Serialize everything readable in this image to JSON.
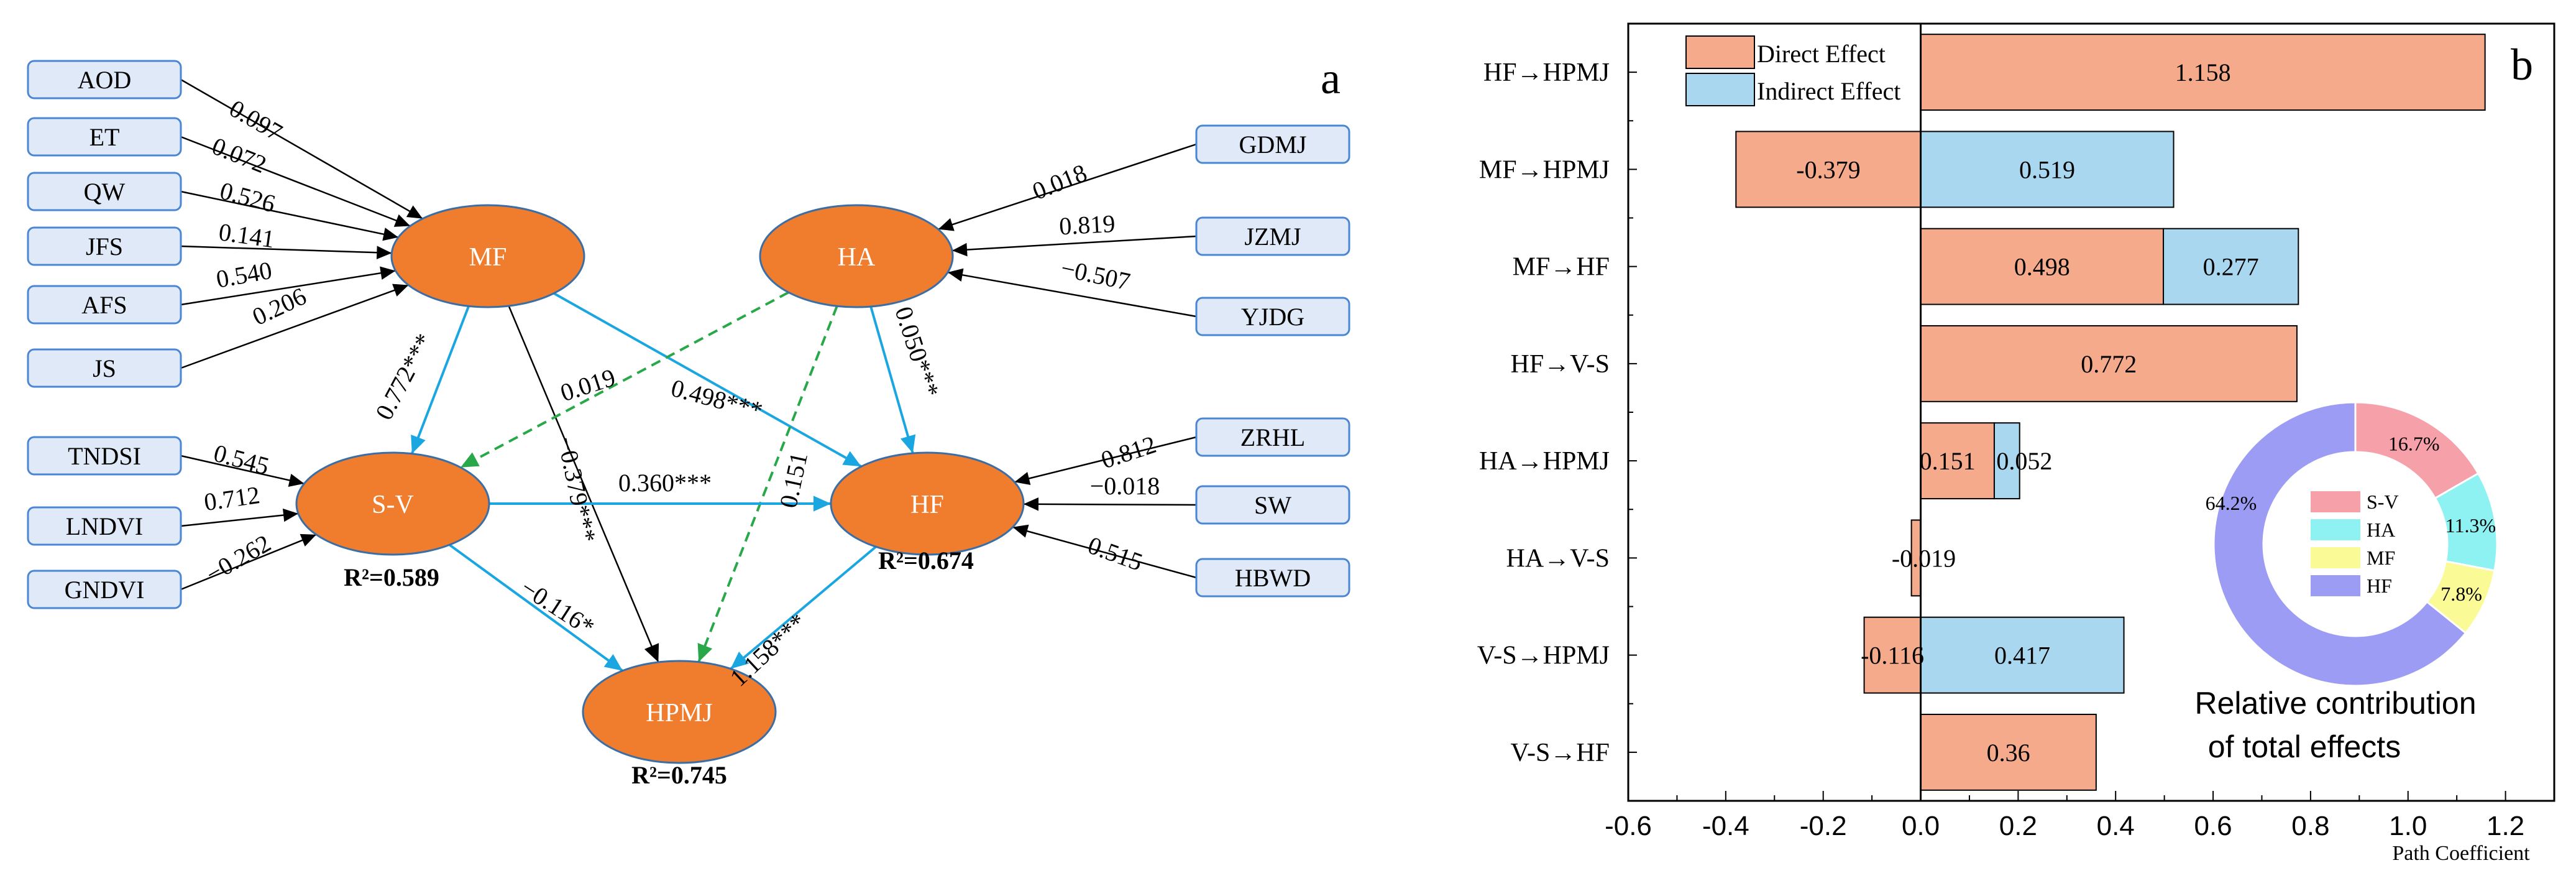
{
  "colors": {
    "node_fill": "#f07d2e",
    "node_text": "#ffffff",
    "obs_fill": "#dfe9f8",
    "obs_stroke": "#4a86d4",
    "blue_arrow": "#1aa6e0",
    "green_dashed": "#29a84a",
    "black_arrow": "#000000",
    "direct": "#f5ab8b",
    "indirect": "#a8d7ef",
    "pie_sv": "#f6a0aa",
    "pie_ha": "#8ef2f2",
    "pie_mf": "#fafa96",
    "pie_hf": "#9c9cf4"
  },
  "panel_a": {
    "label": "a",
    "latent": [
      {
        "id": "MF",
        "label": "MF"
      },
      {
        "id": "HA",
        "label": "HA"
      },
      {
        "id": "SV",
        "label": "S-V"
      },
      {
        "id": "HF",
        "label": "HF"
      },
      {
        "id": "HPMJ",
        "label": "HPMJ"
      }
    ],
    "observed": [
      {
        "id": "AOD",
        "label": "AOD"
      },
      {
        "id": "ET",
        "label": "ET"
      },
      {
        "id": "QW",
        "label": "QW"
      },
      {
        "id": "JFS",
        "label": "JFS"
      },
      {
        "id": "AFS",
        "label": "AFS"
      },
      {
        "id": "JS",
        "label": "JS"
      },
      {
        "id": "TNDSI",
        "label": "TNDSI"
      },
      {
        "id": "LNDVI",
        "label": "LNDVI"
      },
      {
        "id": "GNDVI",
        "label": "GNDVI"
      },
      {
        "id": "GDMJ",
        "label": "GDMJ"
      },
      {
        "id": "JZMJ",
        "label": "JZMJ"
      },
      {
        "id": "YJDG",
        "label": "YJDG"
      },
      {
        "id": "ZRHL",
        "label": "ZRHL"
      },
      {
        "id": "SW",
        "label": "SW"
      },
      {
        "id": "HBWD",
        "label": "HBWD"
      }
    ],
    "loadings": [
      {
        "from": "AOD",
        "to": "MF",
        "value": "0.097"
      },
      {
        "from": "ET",
        "to": "MF",
        "value": "0.072"
      },
      {
        "from": "QW",
        "to": "MF",
        "value": "0.526"
      },
      {
        "from": "JFS",
        "to": "MF",
        "value": "0.141"
      },
      {
        "from": "AFS",
        "to": "MF",
        "value": "0.540"
      },
      {
        "from": "JS",
        "to": "MF",
        "value": "0.206"
      },
      {
        "from": "TNDSI",
        "to": "SV",
        "value": "0.545"
      },
      {
        "from": "LNDVI",
        "to": "SV",
        "value": "0.712"
      },
      {
        "from": "GNDVI",
        "to": "SV",
        "value": "−0.262"
      },
      {
        "from": "GDMJ",
        "to": "HA",
        "value": "0.018"
      },
      {
        "from": "JZMJ",
        "to": "HA",
        "value": "0.819"
      },
      {
        "from": "YJDG",
        "to": "HA",
        "value": "−0.507"
      },
      {
        "from": "ZRHL",
        "to": "HF",
        "value": "0.812"
      },
      {
        "from": "SW",
        "to": "HF",
        "value": "−0.018"
      },
      {
        "from": "HBWD",
        "to": "HF",
        "value": "0.515"
      }
    ],
    "paths": [
      {
        "from": "MF",
        "to": "SV",
        "value": "0.772***",
        "style": "blue"
      },
      {
        "from": "MF",
        "to": "HF",
        "value": "0.498***",
        "style": "blue"
      },
      {
        "from": "MF",
        "to": "HPMJ",
        "value": "−0.379***",
        "style": "black"
      },
      {
        "from": "HA",
        "to": "SV",
        "value": "0.019",
        "style": "green"
      },
      {
        "from": "HA",
        "to": "HF",
        "value": "0.050***",
        "style": "blue"
      },
      {
        "from": "HA",
        "to": "HPMJ",
        "value": "0.151",
        "style": "green"
      },
      {
        "from": "SV",
        "to": "HF",
        "value": "0.360***",
        "style": "blue"
      },
      {
        "from": "SV",
        "to": "HPMJ",
        "value": "−0.116*",
        "style": "blue"
      },
      {
        "from": "HF",
        "to": "HPMJ",
        "value": "1.158***",
        "style": "blue"
      }
    ],
    "r2": [
      {
        "node": "SV",
        "text": "R²=0.589"
      },
      {
        "node": "HF",
        "text": "R²=0.674"
      },
      {
        "node": "HPMJ",
        "text": "R²=0.745"
      }
    ]
  },
  "chart_data": {
    "type": "bar",
    "orientation": "horizontal",
    "stacked": true,
    "panel_label": "b",
    "categories": [
      "HF→HPMJ",
      "MF→HPMJ",
      "MF→HF",
      "HF→V-S",
      "HA→HPMJ",
      "HA→V-S",
      "V-S→HPMJ",
      "V-S→HF"
    ],
    "series": [
      {
        "name": "Direct Effect",
        "values": [
          1.158,
          -0.379,
          0.498,
          0.772,
          0.151,
          -0.019,
          -0.116,
          0.36
        ]
      },
      {
        "name": "Indirect Effect",
        "values": [
          null,
          0.519,
          0.277,
          null,
          0.052,
          null,
          0.417,
          null
        ]
      }
    ],
    "direct_labels": [
      "1.158",
      "-0.379",
      "0.498",
      "0.772",
      "0.151",
      "-0.019",
      "-0.116",
      "0.36"
    ],
    "indirect_labels": [
      "",
      "0.519",
      "0.277",
      "",
      "0.052",
      "",
      "0.417",
      ""
    ],
    "xlabel": "Path Coefficient",
    "xlim": [
      -0.6,
      1.3
    ],
    "xticks": [
      -0.6,
      -0.4,
      -0.2,
      0.0,
      0.2,
      0.4,
      0.6,
      0.8,
      1.0,
      1.2
    ],
    "xtick_labels": [
      "-0.6",
      "-0.4",
      "-0.2",
      "0.0",
      "0.2",
      "0.4",
      "0.6",
      "0.8",
      "1.0",
      "1.2"
    ],
    "legend_position": "top-left",
    "grid": false,
    "inset": {
      "type": "pie",
      "donut": true,
      "title_lines": [
        "Relative contribution",
        "of total effects"
      ],
      "slices": [
        {
          "name": "S-V",
          "value": 16.7,
          "label": "16.7%"
        },
        {
          "name": "HA",
          "value": 11.3,
          "label": "11.3%"
        },
        {
          "name": "MF",
          "value": 7.8,
          "label": "7.8%"
        },
        {
          "name": "HF",
          "value": 64.2,
          "label": "64.2%"
        }
      ]
    }
  }
}
